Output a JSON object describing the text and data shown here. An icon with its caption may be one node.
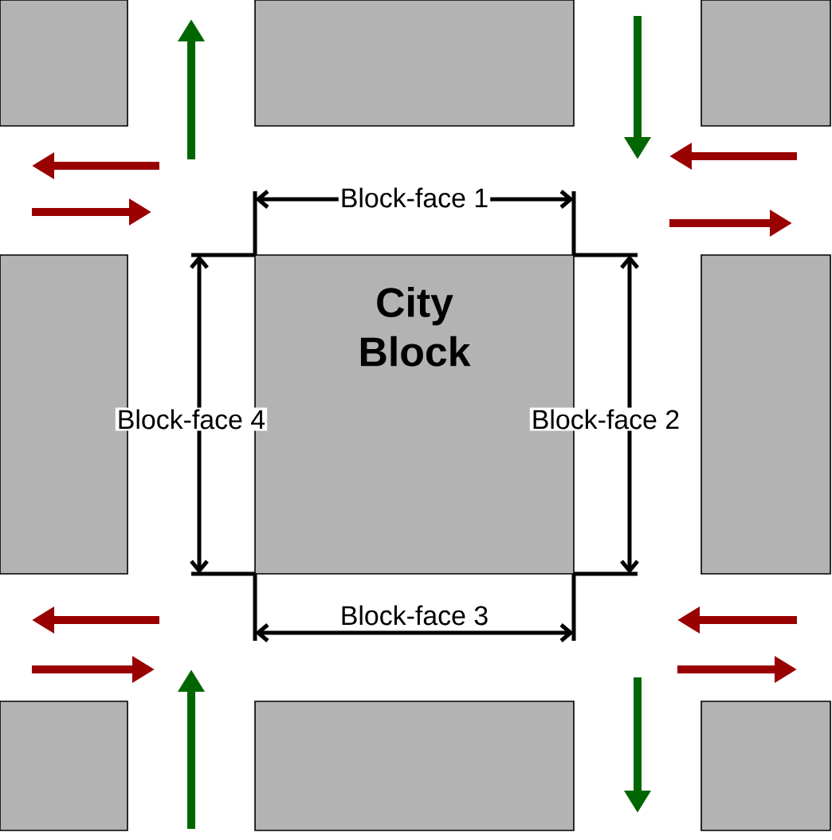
{
  "diagram": {
    "nodes": [
      {
        "text": [],
        "shape": "box"
      },
      {
        "text": [],
        "shape": "box"
      },
      {
        "text": [],
        "shape": "box"
      },
      {
        "text": [],
        "shape": "box"
      },
      {
        "text": [
          "City Block"
        ]
      },
      {
        "text": [],
        "shape": "box"
      },
      {
        "text": [],
        "shape": "box"
      },
      {
        "text": [],
        "shape": "box"
      },
      {
        "text": [],
        "shape": "box"
      }
    ],
    "labels": [
      "Block-face 1",
      "Block-face 4",
      "Block-face 2",
      "Block-face 3"
    ]
  }
}
